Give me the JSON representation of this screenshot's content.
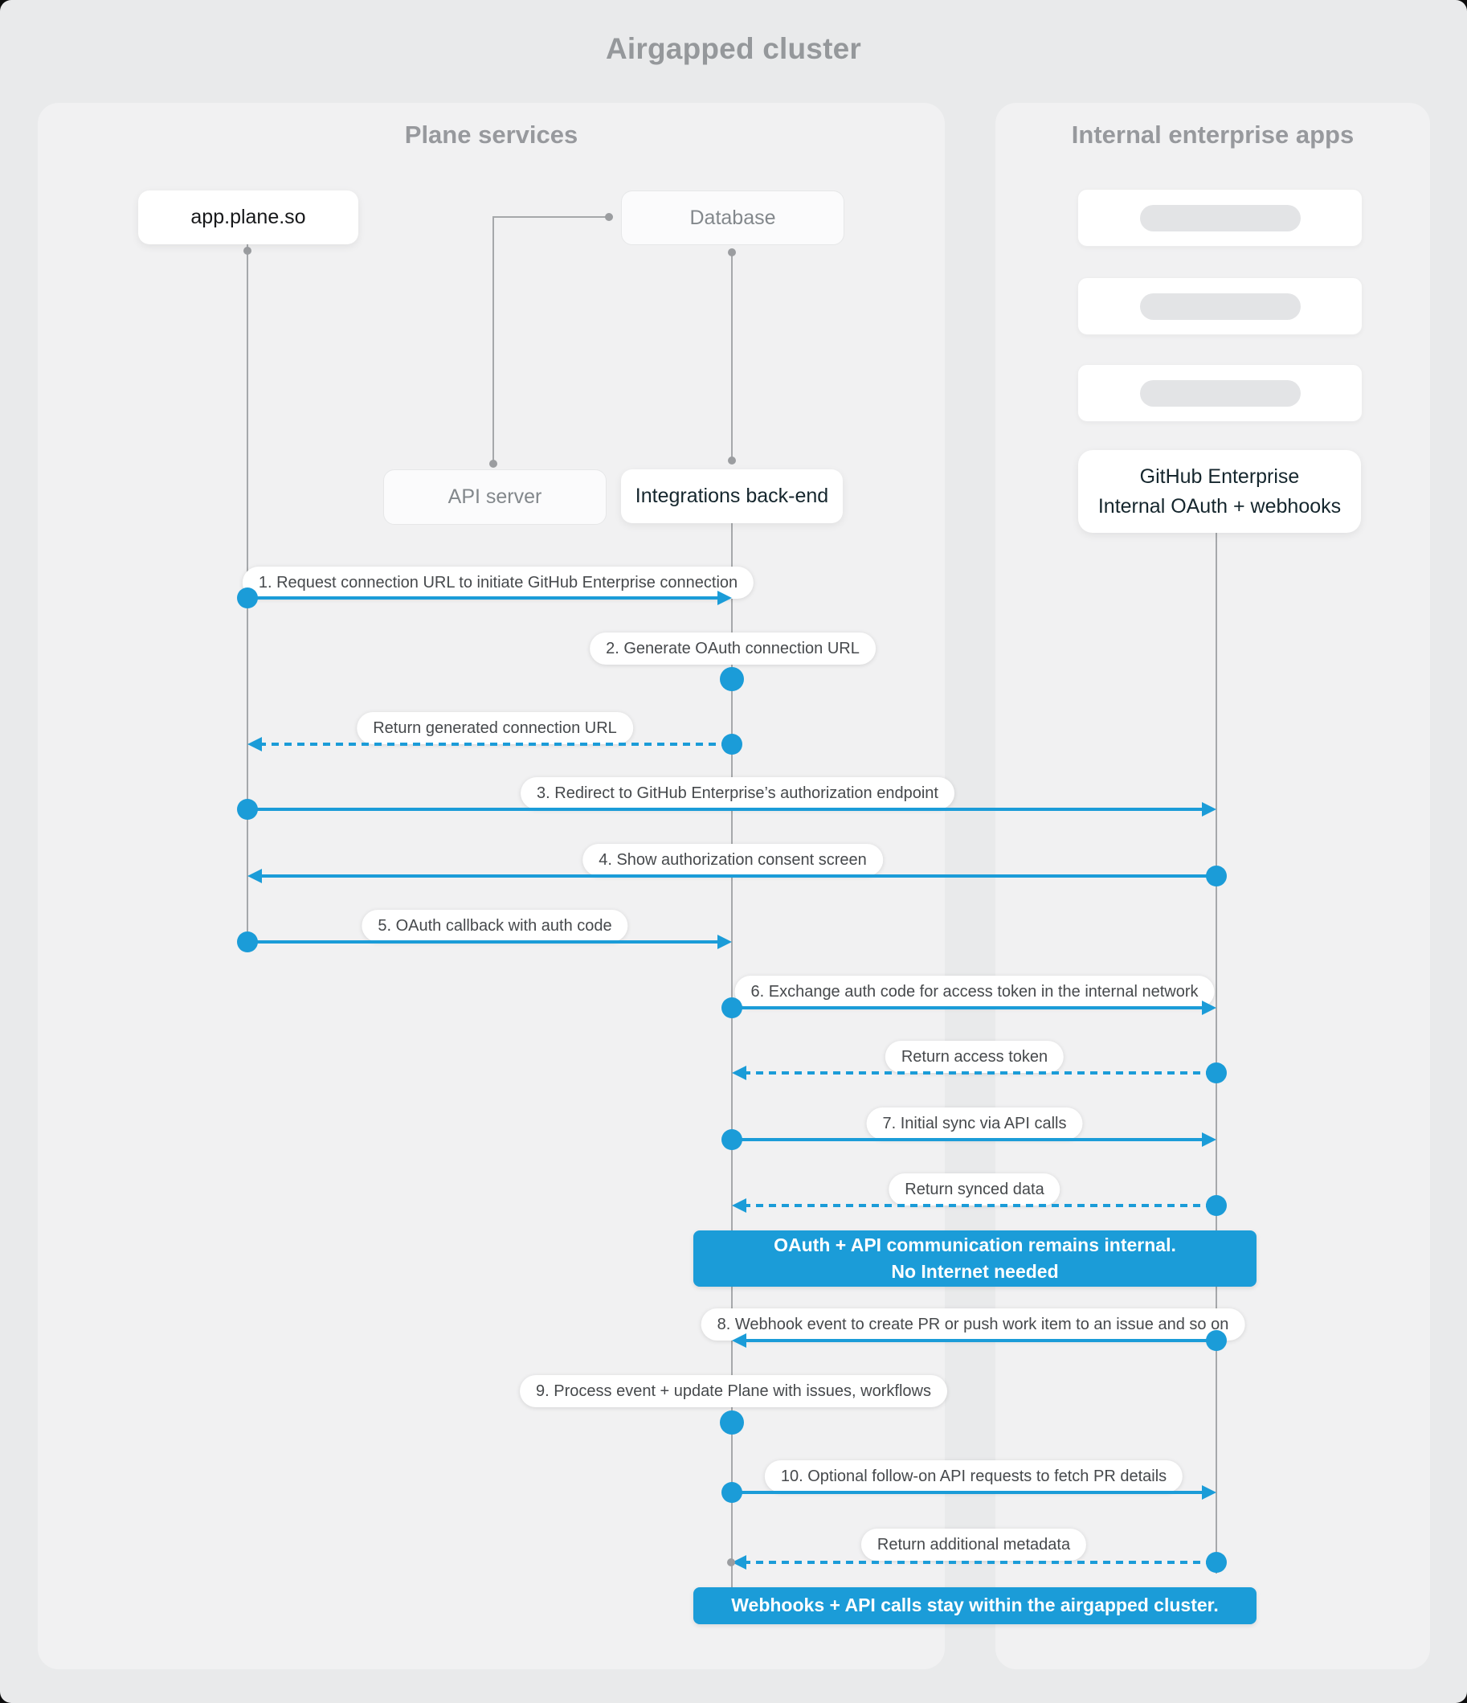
{
  "title": "Airgapped cluster",
  "colors": {
    "accent": "#1b9cd8",
    "lifeline": "#a6a8ab"
  },
  "panels": {
    "left": {
      "header": "Plane services"
    },
    "right": {
      "header": "Internal enterprise apps"
    }
  },
  "actors": {
    "app": {
      "label": "app.plane.so"
    },
    "api_server": {
      "label": "API server"
    },
    "database": {
      "label": "Database"
    },
    "integrations": {
      "label": "Integrations back-end"
    },
    "github": {
      "line1": "GitHub Enterprise",
      "line2": "Internal OAuth + webhooks"
    }
  },
  "messages": [
    {
      "label": "1. Request connection URL to initiate GitHub Enterprise connection"
    },
    {
      "label": "2. Generate OAuth connection URL"
    },
    {
      "label": "Return generated connection URL"
    },
    {
      "label": "3. Redirect to GitHub Enterprise’s authorization endpoint"
    },
    {
      "label": "4. Show authorization consent screen"
    },
    {
      "label": "5. OAuth callback with auth code"
    },
    {
      "label": "6. Exchange auth code for access token in the internal network"
    },
    {
      "label": "Return access token"
    },
    {
      "label": "7. Initial sync via API calls"
    },
    {
      "label": "Return synced data"
    },
    {
      "label": "8. Webhook event to create PR or push work item to an issue and so on"
    },
    {
      "label": "9. Process event + update Plane with issues, workflows"
    },
    {
      "label": "10. Optional follow-on API requests to fetch PR details"
    },
    {
      "label": "Return additional metadata"
    }
  ],
  "banners": [
    {
      "line1": "OAuth + API communication remains internal.",
      "line2": "No Internet needed"
    },
    {
      "line1": "Webhooks + API calls stay within the airgapped cluster."
    }
  ]
}
